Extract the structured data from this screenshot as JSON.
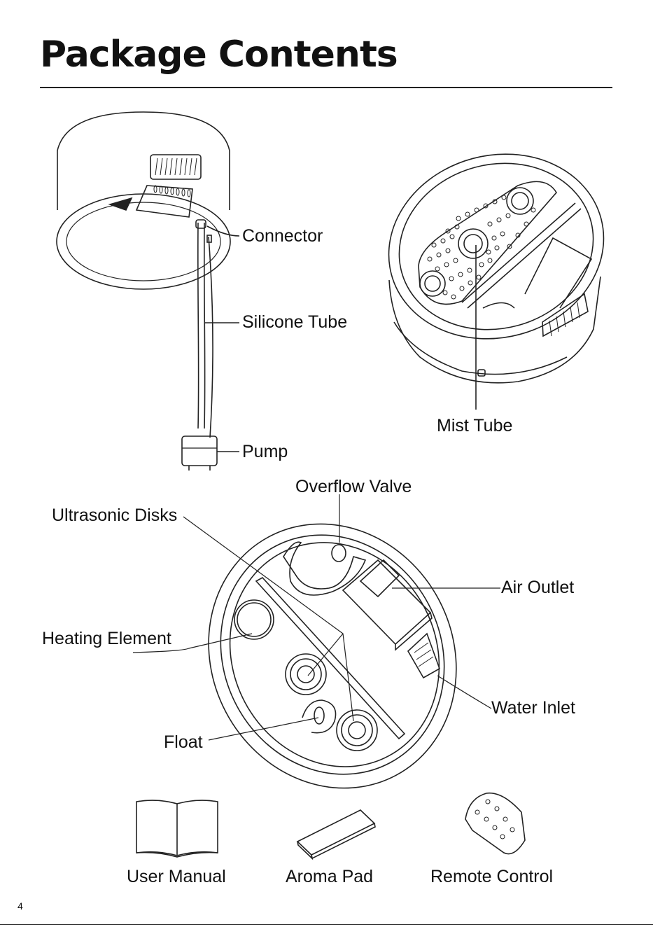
{
  "page": {
    "title": "Package Contents",
    "page_number": "4"
  },
  "labels": {
    "connector": "Connector",
    "silicone_tube": "Silicone Tube",
    "pump": "Pump",
    "mist_tube": "Mist Tube",
    "overflow_valve": "Overflow Valve",
    "ultrasonic_disks": "Ultrasonic Disks",
    "air_outlet": "Air Outlet",
    "heating_element": "Heating Element",
    "water_inlet": "Water Inlet",
    "float": "Float",
    "user_manual": "User Manual",
    "aroma_pad": "Aroma Pad",
    "remote_control": "Remote Control"
  }
}
